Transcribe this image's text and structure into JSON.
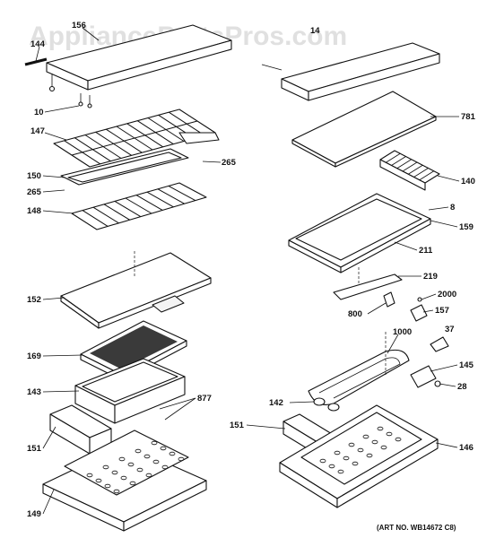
{
  "watermark": "AppliancePartsPros.com",
  "art_number": "(ART NO. WB14672 C8)",
  "callouts": {
    "c144": "144",
    "c156": "156",
    "c14_right": "14",
    "c10": "10",
    "c147": "147",
    "c265_a": "265",
    "c150": "150",
    "c265_b": "265",
    "c148": "148",
    "c152": "152",
    "c169": "169",
    "c143": "143",
    "c877": "877",
    "c151_left": "151",
    "c149": "149",
    "c781": "781",
    "c140": "140",
    "c8": "8",
    "c159": "159",
    "c211": "211",
    "c219": "219",
    "c2000": "2000",
    "c800": "800",
    "c157": "157",
    "c37": "37",
    "c1000": "1000",
    "c145": "145",
    "c142": "142",
    "c28": "28",
    "c151_right": "151",
    "c146": "146"
  },
  "colors": {
    "line": "#111111",
    "background": "#ffffff",
    "watermark": "#d9d9d9"
  }
}
